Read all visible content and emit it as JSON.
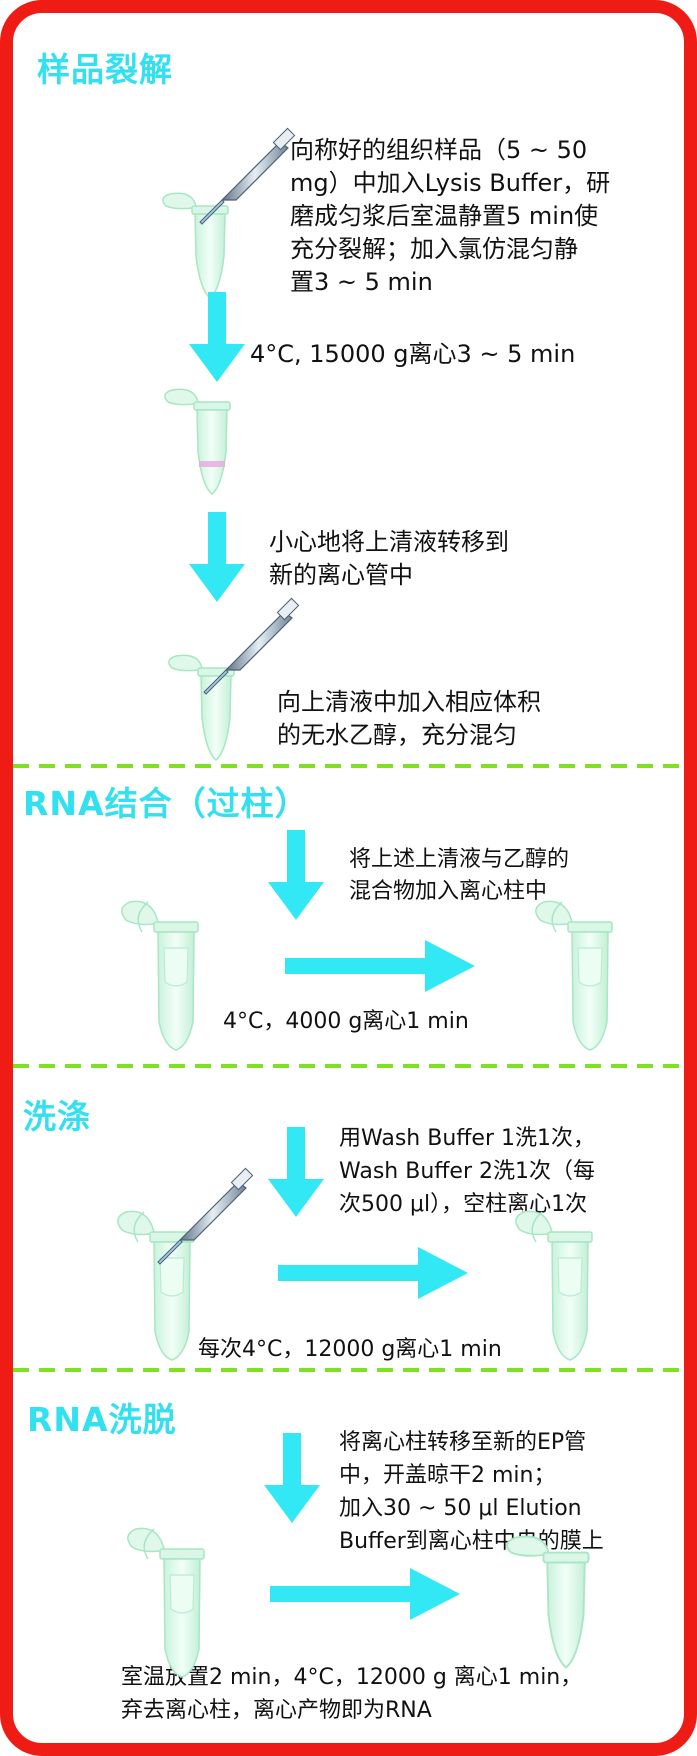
{
  "colors": {
    "frame": "#ee1c14",
    "title": "#33e0f0",
    "arrow": "#33e8f5",
    "separator": "#7ee020",
    "tube_fill": "#d8f7e6",
    "tube_stroke": "#9fe4bf",
    "pipette": "#7a8da0"
  },
  "icons": [
    "microcentrifuge-tube-icon",
    "pipette-icon",
    "spin-column-icon",
    "down-arrow-icon",
    "right-arrow-icon"
  ],
  "sections": [
    {
      "title": "样品裂解",
      "steps": [
        {
          "lines": [
            "向称好的组织样品（5 ~ 50",
            "mg）中加入Lysis Buffer，研",
            "磨成匀浆后室温静置5 min使",
            "充分裂解；加入氯仿混匀静",
            "置3 ~ 5 min"
          ]
        },
        {
          "lines": [
            "4°C, 15000 g离心3 ~ 5 min"
          ]
        },
        {
          "lines": [
            "小心地将上清液转移到",
            "新的离心管中"
          ]
        },
        {
          "lines": [
            "向上清液中加入相应体积",
            "的无水乙醇，充分混匀"
          ]
        }
      ]
    },
    {
      "title": "RNA结合（过柱）",
      "steps": [
        {
          "lines": [
            "将上述上清液与乙醇的",
            "混合物加入离心柱中"
          ]
        },
        {
          "lines": [
            "4°C，4000 g离心1 min"
          ]
        }
      ]
    },
    {
      "title": "洗涤",
      "steps": [
        {
          "lines": [
            "用Wash Buffer 1洗1次，",
            "Wash Buffer 2洗1次（每",
            "次500 μl），空柱离心1次"
          ]
        },
        {
          "lines": [
            "每次4°C，12000 g离心1 min"
          ]
        }
      ]
    },
    {
      "title": "RNA洗脱",
      "steps": [
        {
          "lines": [
            "将离心柱转移至新的EP管",
            "中，开盖晾干2 min；",
            "加入30 ~ 50 μl Elution",
            "Buffer到离心柱中央的膜上"
          ]
        },
        {
          "lines": [
            "室温放置2 min，4°C，12000 g 离心1 min，",
            "弃去离心柱，离心产物即为RNA"
          ]
        }
      ]
    }
  ]
}
